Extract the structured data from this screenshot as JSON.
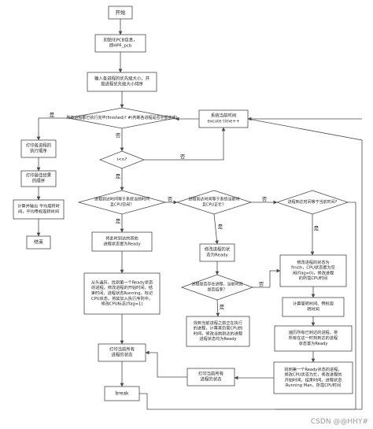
{
  "colors": {
    "box_fill": "#ffffff",
    "stroke": "#4a4a4a",
    "text": "#222222"
  },
  "nodes": {
    "start": "开始",
    "init_pcb": [
      "初始化PCB信息，",
      "即HPF_pcb"
    ],
    "input_priority": [
      "输入各进程的优先级大小，并",
      "按进程优先级大小排序"
    ],
    "all_finished": "所有进程都已执行完毕(finished)?  #(判断各进程是否全部完成)",
    "i_lt_n": "i<n?",
    "cpu_free": [
      "进程到达时间等于系统当前时间",
      "且CPU空闲？"
    ],
    "cpu_running_q": [
      "进程到达时间等于系统当前时",
      "且CPU正忙？"
    ],
    "arrive_eq_time": "进程到达时间等于当前时间?",
    "set_ready_left": [
      "将此时到达的其他",
      "进程状态置为Ready"
    ],
    "scan_ready": [
      "从头遍历，找到第一个Ready状态",
      "的进程，修改进程的开始时间，结",
      "束时间，进程状态Running，标记",
      "CPU状态，将其加入执行序列中，",
      "修改CPU标志(flag=1)"
    ],
    "print_left": [
      "打印当前所有",
      "进程的状态"
    ],
    "print_order": [
      "打印各进程的",
      "执行顺序"
    ],
    "print_best": [
      "打印最佳结果",
      "的顺序"
    ],
    "calc_avg": [
      "计算并输出 平均周转时",
      "间，平均带权周转时间"
    ],
    "end": "结束",
    "set_ready_mid": [
      "修改进程的状",
      "态为Ready"
    ],
    "preempt_q": [
      "进程是否存在进程，当前时刻",
      "是否结束？"
    ],
    "find_current": [
      "找到当前进程之前正在执行",
      "的进程，计算其仍需CPU的",
      "时间，修改当前到达的进程",
      "进程状态均为Ready"
    ],
    "sys_time": [
      "系统当前时间",
      "excute time++"
    ],
    "finish_proc": [
      "修改进程的状态为",
      "finish，CPU状态置为空",
      "闲(flag=0)，修改进程",
      "的所需CPU时间"
    ],
    "calc_turnaround": [
      "计算周转时间、带权周",
      "转时间"
    ],
    "traverse_ready": [
      "遍历所有已到达的进程，将",
      "所有在这一时刻到达的进程",
      "状态置为Ready"
    ],
    "find_first_ready": [
      "找到第一个Ready状态的进程，",
      "修改CPU状态为忙，修改进程的",
      "开始时间，结束时间，进程状态",
      "Running Man，所需CPU时间"
    ],
    "print_right": [
      "打印当前所有",
      "进程的状态"
    ],
    "break": "break"
  },
  "edge_labels": {
    "yes": "是",
    "no": "否"
  },
  "watermark": "CSDN @@HHY#"
}
